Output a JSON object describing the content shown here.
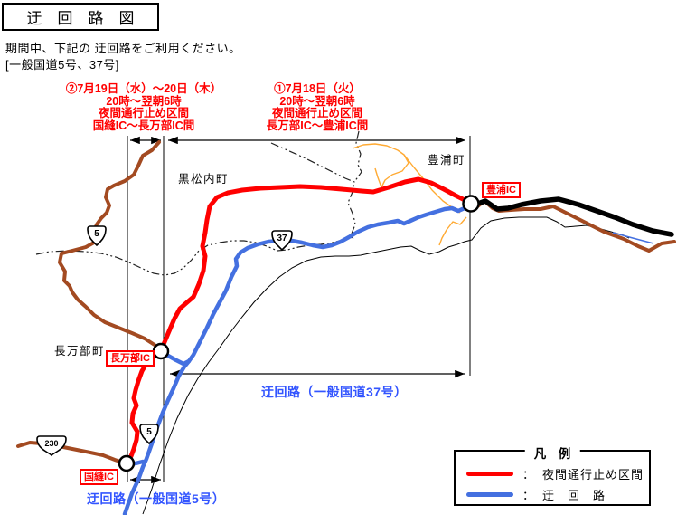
{
  "page": {
    "title": "迂　回　路　図",
    "intro_line1": "期間中、下記の 迂回路をご利用ください。",
    "intro_line2": "[一般国道5号、37号]"
  },
  "closure_notes": {
    "left": {
      "line1": "②7月19日（水）～20日（木）",
      "line2": "20時～翌朝6時",
      "line3": "夜間通行止め区間",
      "line4": "国縫IC～長万部IC間"
    },
    "right": {
      "line1": "①7月18日（火）",
      "line2": "20時～翌朝6時",
      "line3": "夜間通行止め区間",
      "line4": "長万部IC～豊浦IC間"
    }
  },
  "map": {
    "towns": {
      "kuromatsunai": "黒松内町",
      "toyoura": "豊浦町",
      "oshamambe": "長万部町"
    },
    "interchanges": {
      "kunnui": "国縫IC",
      "oshamambe": "長万部IC",
      "toyoura": "豊浦IC"
    },
    "route_shields": {
      "r5_north": "5",
      "r5_south": "5",
      "r37": "37",
      "r230": "230"
    },
    "detour_labels": {
      "route37": "迂回路（一般国道37号）",
      "route5": "迂回路（一般国道5号）"
    }
  },
  "legend": {
    "title": "凡　例",
    "items": [
      {
        "swatch_color": "#ff0000",
        "separator": "：",
        "label": "夜間通行止め区間"
      },
      {
        "swatch_color": "#4470e0",
        "separator": "：",
        "label": "迂　回　路"
      }
    ]
  },
  "colors": {
    "closed_section_red": "#ff0000",
    "detour_road_blue": "#4470e0",
    "note_text_red": "#ff0000",
    "detour_label_text_blue": "#3355ff",
    "local_road_brown": "#a34a21",
    "minor_road_orange": "#ffaa33",
    "highway_black": "#000000"
  }
}
